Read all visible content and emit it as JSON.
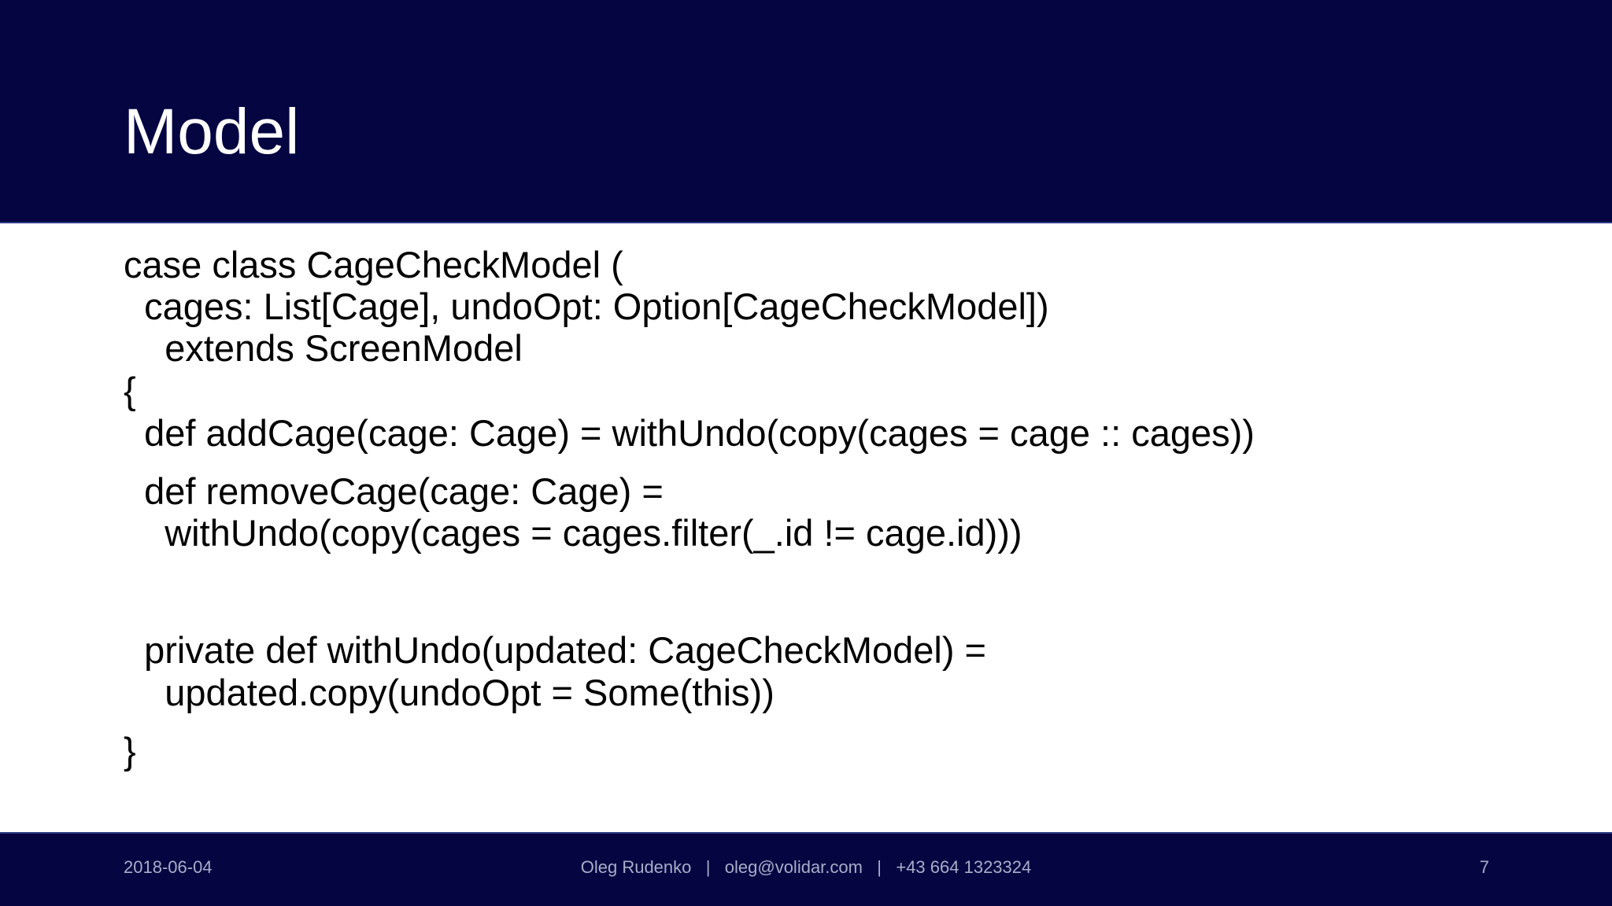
{
  "slide": {
    "title": "Model",
    "code_lines": [
      "case class CageCheckModel (",
      "  cages: List[Cage], undoOpt: Option[CageCheckModel])",
      "    extends ScreenModel",
      "{",
      "  def addCage(cage: Cage) = withUndo(copy(cages = cage :: cages))",
      "  def removeCage(cage: Cage) =",
      "    withUndo(copy(cages = cages.filter(_.id != cage.id)))",
      "  private def withUndo(updated: CageCheckModel) =",
      "    updated.copy(undoOpt = Some(this))",
      "}"
    ]
  },
  "footer": {
    "date": "2018-06-04",
    "contact": "Oleg Rudenko   |   oleg@volidar.com   |   +43 664 1323324",
    "page_number": "7"
  },
  "colors": {
    "header_background": "#050542",
    "footer_text": "#a8adc8",
    "title_text": "#ffffff"
  }
}
